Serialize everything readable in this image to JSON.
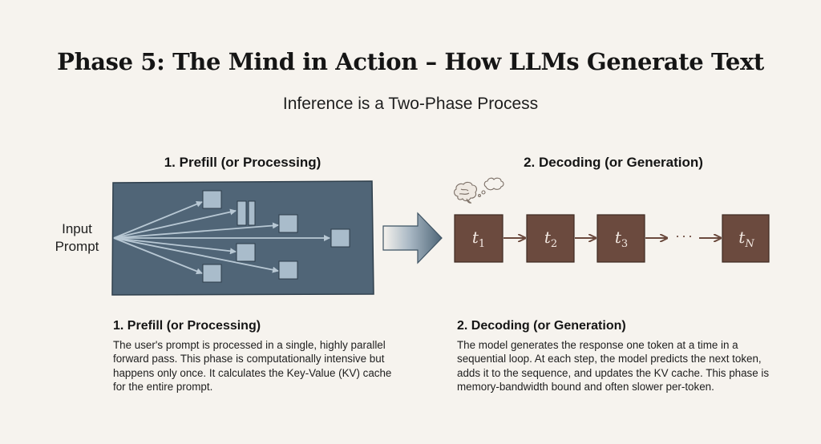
{
  "title": "Phase 5: The Mind in Action – How LLMs Generate Text",
  "subtitle": "Inference is a Two-Phase Process",
  "prefill": {
    "heading": "1. Prefill (or Processing)",
    "input_label_line1": "Input",
    "input_label_line2": "Prompt",
    "description_heading": "1. Prefill (or Processing)",
    "description": "The user's prompt is processed in a single, highly parallel forward pass. This phase is computationally intensive but happens only once. It calculates the Key-Value (KV) cache for the entire prompt.",
    "panel_color": "#506577",
    "node_color": "#a9bccb"
  },
  "decoding": {
    "heading": "2. Decoding (or Generation)",
    "tokens": [
      {
        "base": "t",
        "sub": "1"
      },
      {
        "base": "t",
        "sub": "2"
      },
      {
        "base": "t",
        "sub": "3"
      },
      {
        "base": "t",
        "sub": "N"
      }
    ],
    "ellipsis": "···",
    "description_heading": "2. Decoding (or Generation)",
    "description": "The model generates the response one token at a time in a sequential loop. At each step, the model predicts the next token, adds it to the sequence, and updates the KV cache. This phase is memory-bandwidth bound and often slower per-token.",
    "token_color": "#6b4a3e"
  },
  "icons": {
    "transition": "right-arrow-icon",
    "thinking": "brain-thought-icon"
  }
}
